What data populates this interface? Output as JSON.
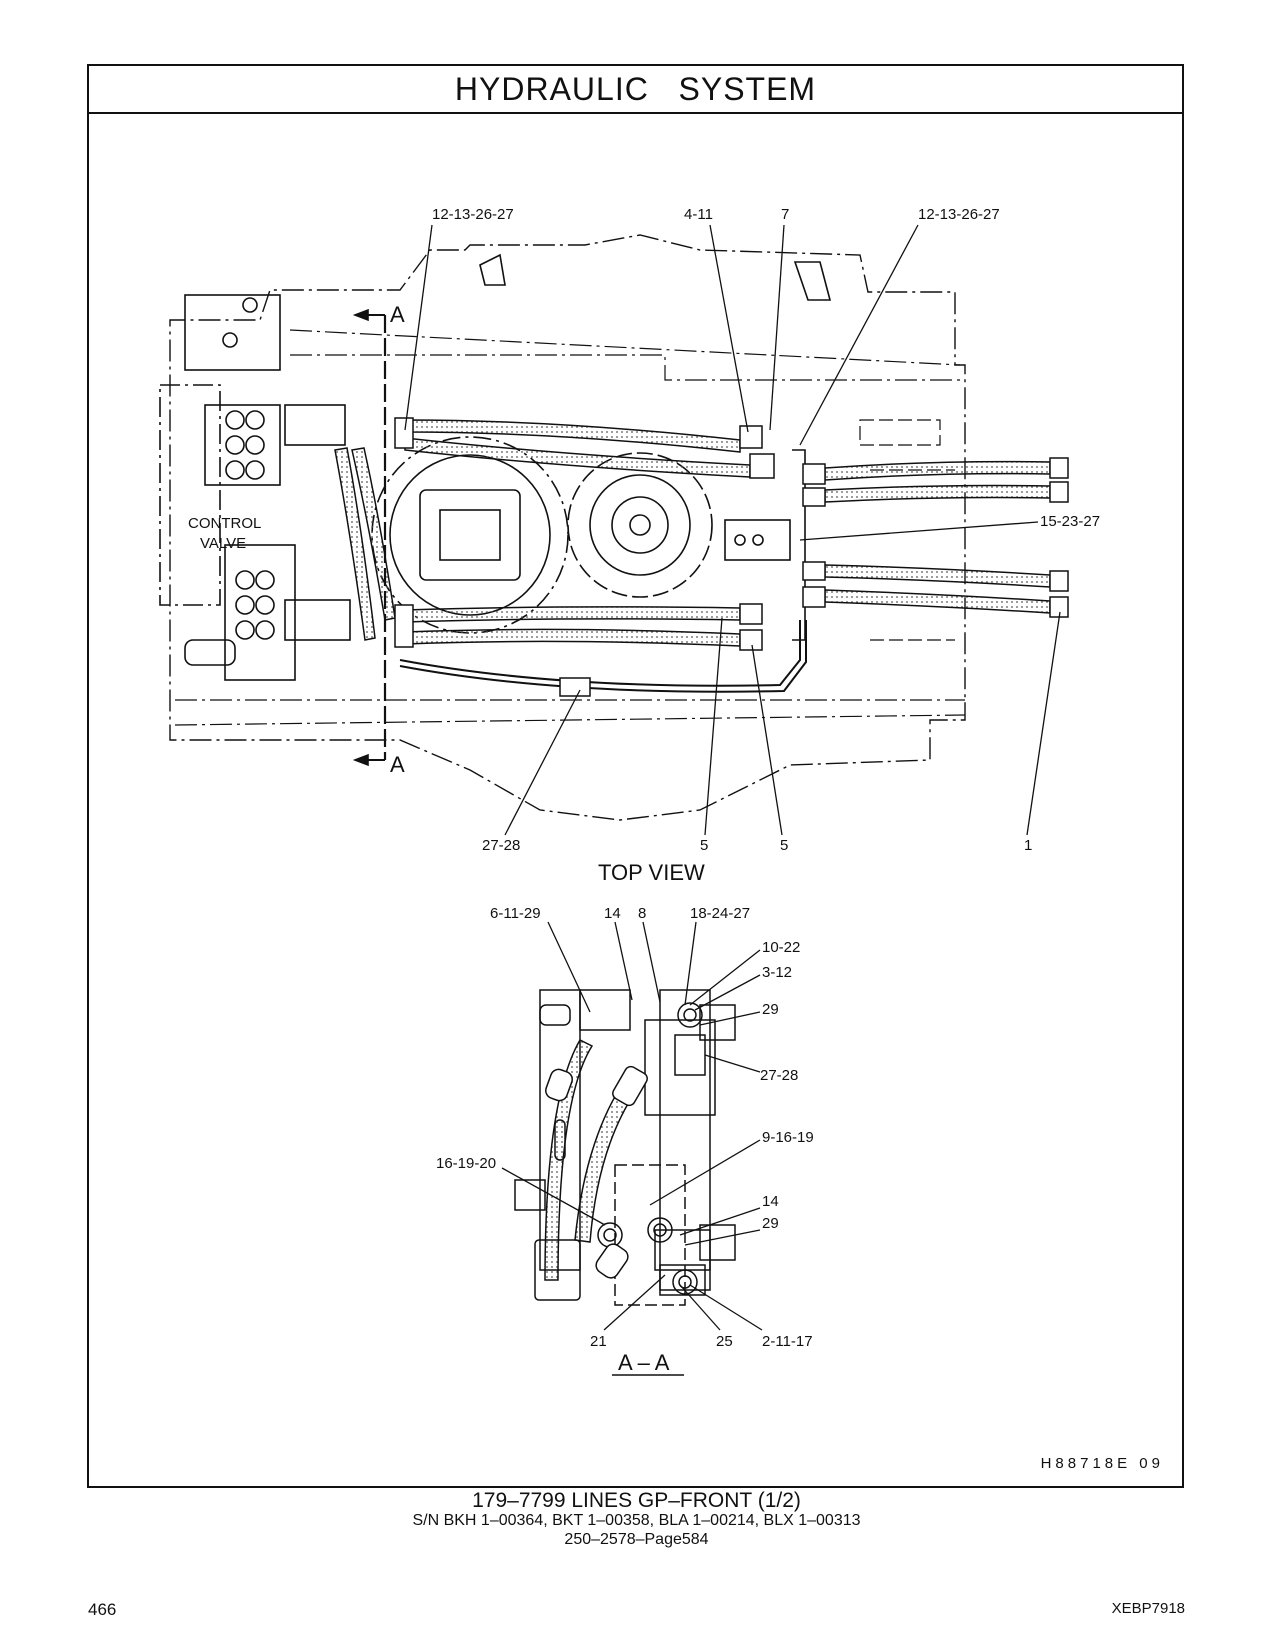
{
  "header": {
    "title": "HYDRAULIC   SYSTEM"
  },
  "top_view": {
    "caption": "TOP VIEW",
    "labels": {
      "l_12_13_26_27_left": "12-13-26-27",
      "l_4_11": "4-11",
      "l_7": "7",
      "l_12_13_26_27_right": "12-13-26-27",
      "l_15_23_27": "15-23-27",
      "l_27_28": "27-28",
      "l_5_a": "5",
      "l_5_b": "5",
      "l_1": "1",
      "control": "CONTROL",
      "valve": "VALVE",
      "section_top": "A",
      "section_bottom": "A"
    }
  },
  "section_view": {
    "caption": "A – A",
    "labels": {
      "l_6_11_29": "6-11-29",
      "l_14_top": "14",
      "l_8": "8",
      "l_18_24_27": "18-24-27",
      "l_10_22": "10-22",
      "l_3_12": "3-12",
      "l_29_top": "29",
      "l_27_28": "27-28",
      "l_9_16_19": "9-16-19",
      "l_16_19_20": "16-19-20",
      "l_14_bottom": "14",
      "l_29_bottom": "29",
      "l_21": "21",
      "l_25": "25",
      "l_2_11_17": "2-11-17"
    }
  },
  "illustration_code": "H88718E   09",
  "footer": {
    "line1": "179–7799  LINES  GP–FRONT (1/2)",
    "line2": "S/N BKH 1–00364, BKT 1–00358, BLA 1–00214, BLX 1–00313",
    "line3": "250–2578–Page584",
    "page_number": "466",
    "doc_number": "XEBP7918"
  }
}
